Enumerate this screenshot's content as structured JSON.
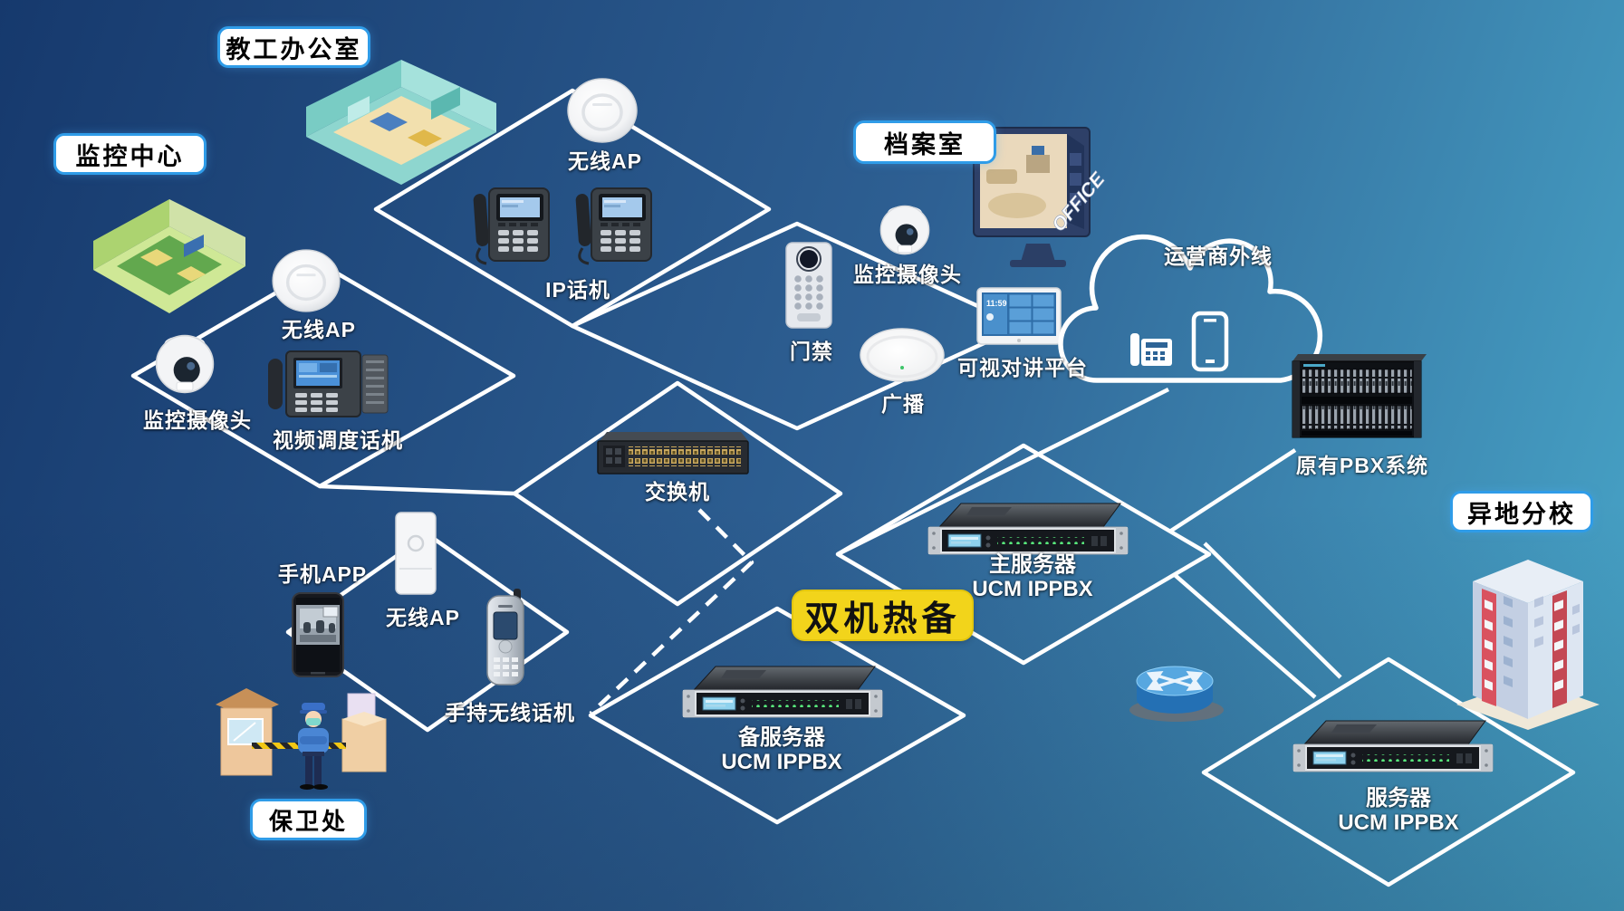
{
  "scene": {
    "bg_gradient_start": "#16396d",
    "bg_gradient_end": "#49a8ca",
    "line_color": "#ffffff",
    "hot_standby_bg": "#f2d41b",
    "label_box_border": "#2f9ce8"
  },
  "area_labels": {
    "faculty_office": "教工办公室",
    "monitoring_center": "监控中心",
    "archive_room": "档案室",
    "remote_branch": "异地分校",
    "security_office": "保卫处"
  },
  "badges": {
    "hot_standby": "双机热备"
  },
  "device_labels": {
    "wireless_ap": "无线AP",
    "ip_phone": "IP话机",
    "surveillance_camera": "监控摄像头",
    "video_dispatch_phone": "视频调度话机",
    "switch": "交换机",
    "door_access": "门禁",
    "video_intercom_platform": "可视对讲平台",
    "broadcast": "广播",
    "carrier_trunk": "运营商外线",
    "legacy_pbx": "原有PBX系统",
    "mobile_app": "手机APP",
    "handheld_wireless_phone": "手持无线话机",
    "office_sign": "OFFICE",
    "intercom_time": "11:59"
  },
  "servers": {
    "main": {
      "name": "主服务器",
      "model": "UCM IPPBX"
    },
    "backup": {
      "name": "备服务器",
      "model": "UCM IPPBX"
    },
    "branch": {
      "name": "服务器",
      "model": "UCM IPPBX"
    }
  }
}
